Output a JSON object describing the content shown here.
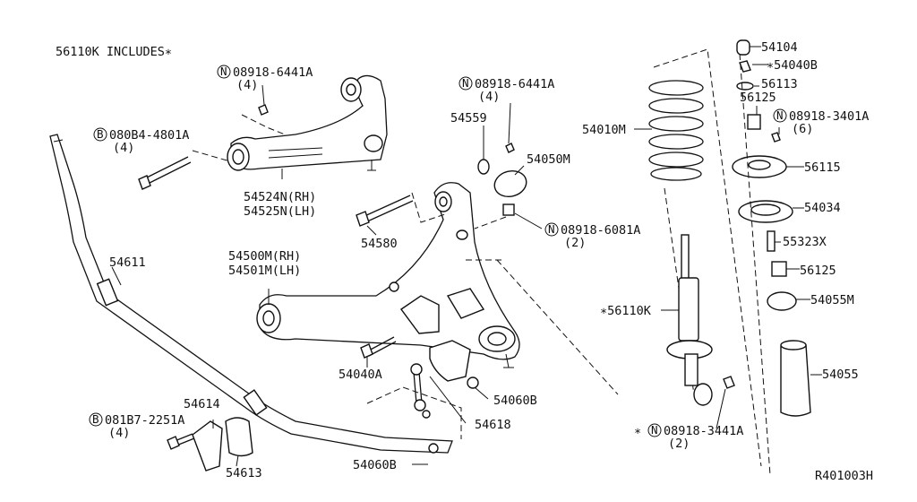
{
  "header": {
    "includes_note": "56110K INCLUDES∗"
  },
  "footer": {
    "diagram_code": "R401003H"
  },
  "parts": {
    "p54104": "54104",
    "p54040B": "∗54040B",
    "p56113": "56113",
    "p56125_top": "56125",
    "p08918_3401A": "08918-3401A",
    "p08918_3401A_qty": "(6)",
    "p56115": "56115",
    "p54034": "54034",
    "p55323X": "55323X",
    "p56125_mid": "56125",
    "p54055M": "54055M",
    "p54055": "54055",
    "p54010M": "54010M",
    "p56110K": "∗56110K",
    "p08918_3441A_b": "08918-3441A",
    "p08918_3441A_b_qty": "(2)",
    "p08918_3441A_b_star": "∗",
    "p08918_6441A_a": "08918-6441A",
    "p08918_6441A_a_qty": "(4)",
    "p08918_6441A_b": "08918-6441A",
    "p08918_6441A_b_qty": "(4)",
    "p080B4_4801A": "080B4-4801A",
    "p080B4_4801A_qty": "(4)",
    "p54524N": "54524N(RH)",
    "p54525N": "54525N(LH)",
    "p54559": "54559",
    "p54050M": "54050M",
    "p08918_6081A": "08918-6081A",
    "p08918_6081A_qty": "(2)",
    "p54580": "54580",
    "p54500M": "54500M(RH)",
    "p54501M": "54501M(LH)",
    "p54611": "54611",
    "p54040A": "54040A",
    "p54060B_a": "54060B",
    "p54618": "54618",
    "p54614": "54614",
    "p081B7_2251A": "081B7-2251A",
    "p081B7_2251A_qty": "(4)",
    "p54613": "54613",
    "p54060B_b": "54060B"
  },
  "symbols": {
    "nut": "N",
    "bolt": "B"
  }
}
